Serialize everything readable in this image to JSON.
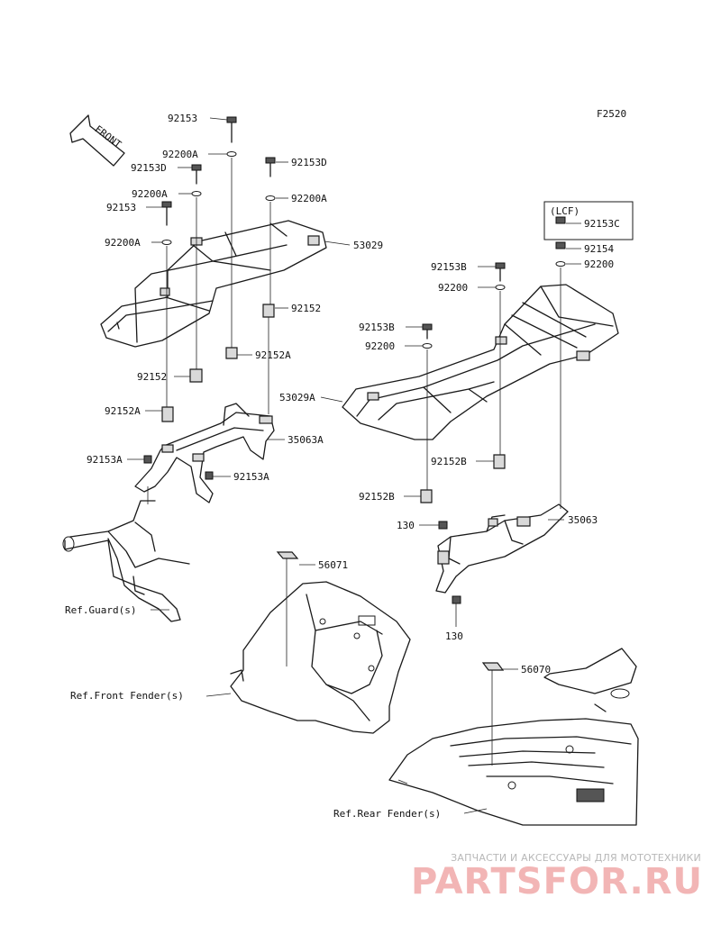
{
  "figure_code": "F2520",
  "front_arrow": "FRONT",
  "lcf_tag": "(LCF)",
  "callouts": [
    {
      "id": "c-92153-top",
      "text": "92153"
    },
    {
      "id": "c-92200a-1",
      "text": "92200A"
    },
    {
      "id": "c-92153d-l",
      "text": "92153D"
    },
    {
      "id": "c-92153d-r",
      "text": "92153D"
    },
    {
      "id": "c-92200a-2",
      "text": "92200A"
    },
    {
      "id": "c-92200a-3",
      "text": "92200A"
    },
    {
      "id": "c-92153-2",
      "text": "92153"
    },
    {
      "id": "c-92200a-4",
      "text": "92200A"
    },
    {
      "id": "c-53029",
      "text": "53029"
    },
    {
      "id": "c-92152-r",
      "text": "92152"
    },
    {
      "id": "c-92152a-1",
      "text": "92152A"
    },
    {
      "id": "c-92152-l",
      "text": "92152"
    },
    {
      "id": "c-92152a-2",
      "text": "92152A"
    },
    {
      "id": "c-35063a",
      "text": "35063A"
    },
    {
      "id": "c-92153a-l",
      "text": "92153A"
    },
    {
      "id": "c-92153a-r",
      "text": "92153A"
    },
    {
      "id": "c-92153c",
      "text": "92153C"
    },
    {
      "id": "c-92154",
      "text": "92154"
    },
    {
      "id": "c-92200-1",
      "text": "92200"
    },
    {
      "id": "c-92153b-1",
      "text": "92153B"
    },
    {
      "id": "c-92200-2",
      "text": "92200"
    },
    {
      "id": "c-92153b-2",
      "text": "92153B"
    },
    {
      "id": "c-92200-3",
      "text": "92200"
    },
    {
      "id": "c-53029a",
      "text": "53029A"
    },
    {
      "id": "c-92152b-1",
      "text": "92152B"
    },
    {
      "id": "c-92152b-2",
      "text": "92152B"
    },
    {
      "id": "c-35063",
      "text": "35063"
    },
    {
      "id": "c-130-1",
      "text": "130"
    },
    {
      "id": "c-130-2",
      "text": "130"
    },
    {
      "id": "c-56071",
      "text": "56071"
    },
    {
      "id": "c-56070",
      "text": "56070"
    },
    {
      "id": "c-ref-guard",
      "text": "Ref.Guard(s)"
    },
    {
      "id": "c-ref-front",
      "text": "Ref.Front Fender(s)"
    },
    {
      "id": "c-ref-rear",
      "text": "Ref.Rear Fender(s)"
    }
  ],
  "watermark": {
    "tagline": "ЗАПЧАСТИ И АКСЕССУАРЫ ДЛЯ МОТОТЕХНИКИ",
    "logo": "PARTSFOR.RU"
  }
}
